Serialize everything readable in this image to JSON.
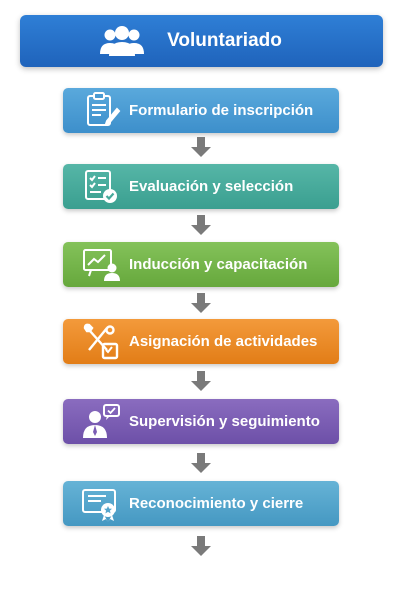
{
  "header": {
    "title": "Voluntariado",
    "icon": "people-group-icon",
    "color": "#2a74cc"
  },
  "steps": [
    {
      "label": "Formulario de inscripción",
      "icon": "clipboard-form-icon",
      "color": "#4a9bd3"
    },
    {
      "label": "Evaluación y selección",
      "icon": "checklist-approval-icon",
      "color": "#46a99a"
    },
    {
      "label": "Inducción y capacitación",
      "icon": "presentation-trainer-icon",
      "color": "#74b54a"
    },
    {
      "label": "Asignación de actividades",
      "icon": "tools-task-icon",
      "color": "#ec8a26"
    },
    {
      "label": "Supervisión y seguimiento",
      "icon": "supervisor-chat-icon",
      "color": "#7b5db4"
    },
    {
      "label": "Reconocimiento y cierre",
      "icon": "certificate-award-icon",
      "color": "#55a5cc"
    }
  ],
  "connector_color": "#7a7a7a"
}
